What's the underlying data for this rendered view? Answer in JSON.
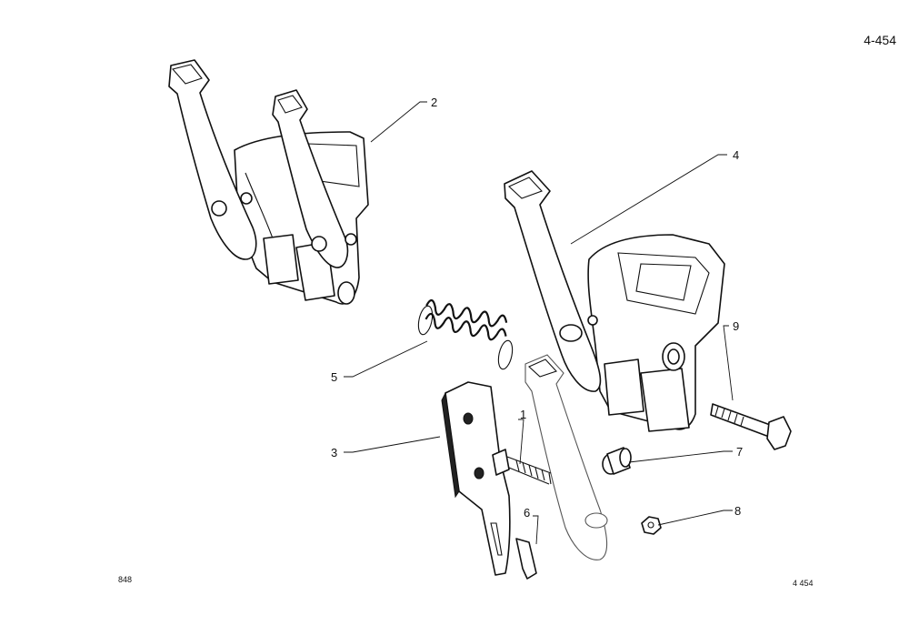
{
  "page_number": "4-454",
  "footer_left": "848",
  "footer_right": "4 454",
  "callouts": {
    "c1": "1",
    "c2": "2",
    "c3": "3",
    "c4": "4",
    "c5": "5",
    "c6": "6",
    "c7": "7",
    "c8": "8",
    "c9": "9"
  }
}
